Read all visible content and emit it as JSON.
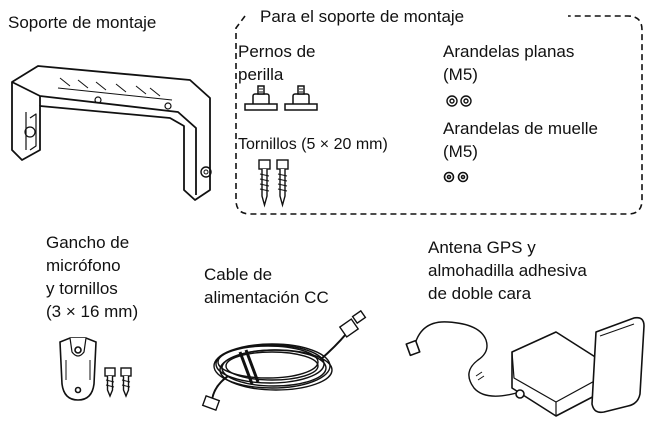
{
  "bracket": {
    "label": "Soporte de montaje"
  },
  "mount_kit": {
    "group_label": "Para el soporte de montaje",
    "knob_bolts": {
      "line1": "Pernos de",
      "line2": "perilla"
    },
    "flat_washers": {
      "line1": "Arandelas planas",
      "line2": "(M5)"
    },
    "screws": {
      "label": "Tornillos (5 × 20 mm)"
    },
    "spring_washers": {
      "line1": "Arandelas de muelle",
      "line2": "(M5)"
    }
  },
  "mic_hook": {
    "line1": "Gancho de",
    "line2": "micrófono",
    "line3": "y tornillos",
    "line4": "(3 × 16 mm)"
  },
  "dc_cable": {
    "line1": "Cable de",
    "line2": "alimentación CC"
  },
  "gps": {
    "line1": "Antena GPS y",
    "line2": "almohadilla adhesiva",
    "line3": "de doble cara"
  }
}
